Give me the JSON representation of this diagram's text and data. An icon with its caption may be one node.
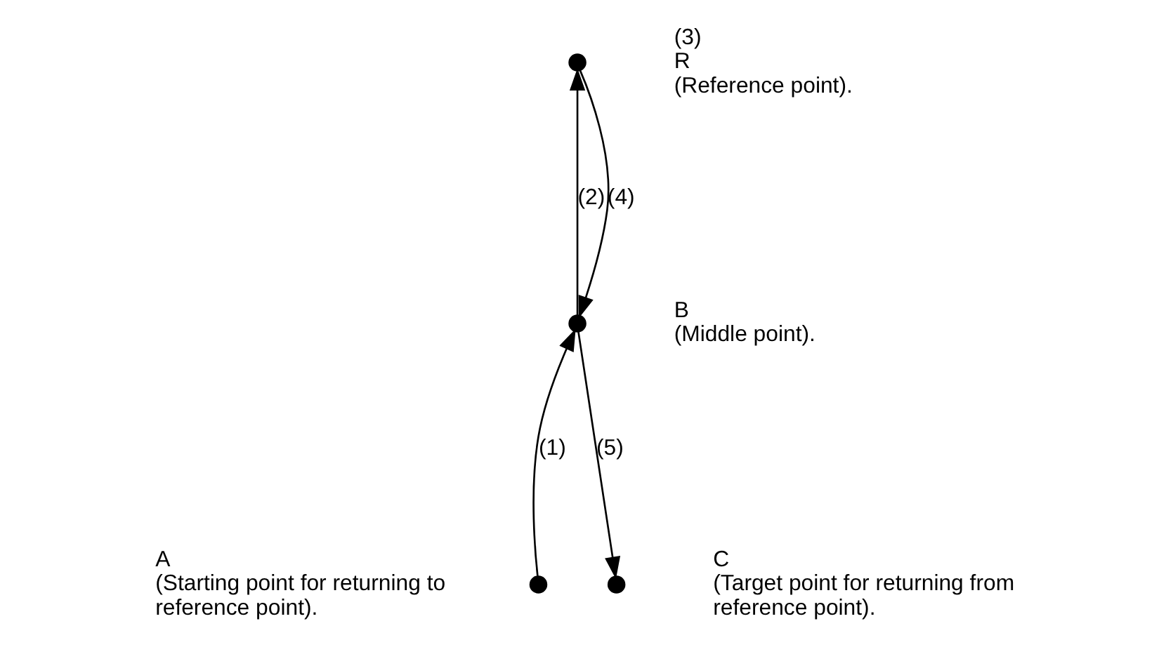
{
  "diagram": {
    "nodes": [
      {
        "text": [],
        "shape": "circle",
        "beside": [
          "(3)",
          "R",
          "(Reference point)."
        ]
      },
      {
        "text": [],
        "shape": "circle",
        "beside": [
          "B",
          "(Middle point)."
        ]
      },
      {
        "text": [],
        "shape": "circle",
        "beside": [
          "A",
          "(Starting point for returning to reference point)."
        ]
      },
      {
        "text": [],
        "shape": "circle",
        "beside": [
          "C",
          "(Target point for returning from reference point)."
        ]
      }
    ],
    "edges": [
      {
        "from": 2,
        "to": 1,
        "arrow": "to",
        "label": "(1)"
      },
      {
        "from": 1,
        "to": 0,
        "arrow": "to",
        "label": "(2)"
      },
      {
        "from": 0,
        "to": 1,
        "arrow": "to",
        "label": "(4)"
      },
      {
        "from": 1,
        "to": 3,
        "arrow": "to",
        "label": "(5)"
      }
    ]
  }
}
